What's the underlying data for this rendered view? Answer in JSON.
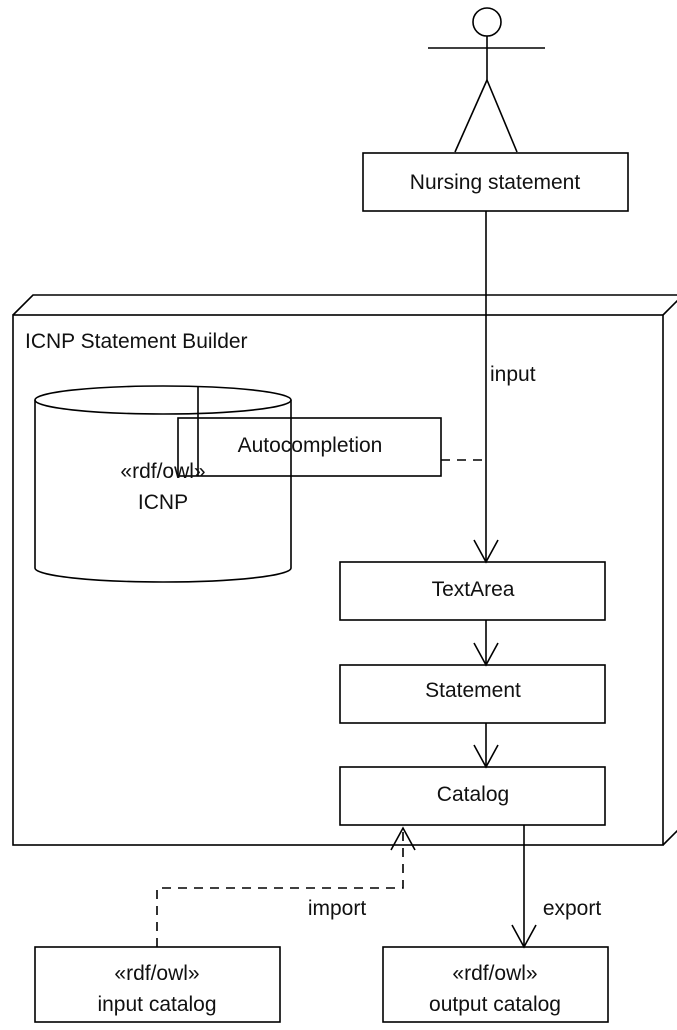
{
  "diagram": {
    "actor": {
      "label": "Nursing statement"
    },
    "node": {
      "title": "ICNP Statement Builder"
    },
    "components": {
      "autocompletion": "Autocompletion",
      "textarea": "TextArea",
      "statement": "Statement",
      "catalog": "Catalog"
    },
    "database": {
      "stereotype": "«rdf/owl»",
      "name": "ICNP"
    },
    "input_catalog": {
      "stereotype": "«rdf/owl»",
      "name": "input catalog"
    },
    "output_catalog": {
      "stereotype": "«rdf/owl»",
      "name": "output catalog"
    },
    "edges": {
      "input": "input",
      "import": "import",
      "export": "export"
    }
  }
}
